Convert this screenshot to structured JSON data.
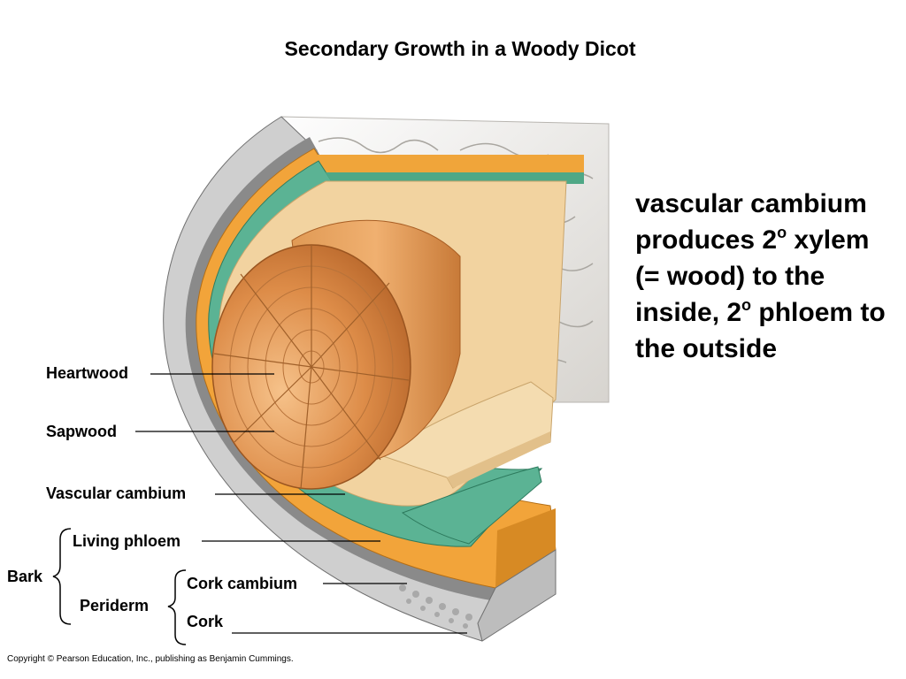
{
  "title": "Secondary Growth in a Woody Dicot",
  "labels": {
    "heartwood": "Heartwood",
    "sapwood": "Sapwood",
    "vascular_cambium": "Vascular cambium",
    "living_phloem": "Living phloem",
    "bark": "Bark",
    "periderm": "Periderm",
    "cork_cambium": "Cork cambium",
    "cork": "Cork"
  },
  "description": {
    "part1": "vascular cambium produces 2",
    "sup1": "o",
    "part2": " xylem (= wood) to the inside, 2",
    "sup2": "o",
    "part3": " phloem to the outside"
  },
  "copyright": "Copyright © Pearson Education, Inc., publishing as Benjamin Cummings.",
  "colors": {
    "heartwood": "#d98a45",
    "sapwood": "#f2d3a0",
    "vascular_cambium": "#4fa886",
    "living_phloem": "#f0a53a",
    "cork_cambium": "#7d7d7d",
    "cork": "#c9c9c9",
    "bark_outer": "#e8e6e2"
  }
}
